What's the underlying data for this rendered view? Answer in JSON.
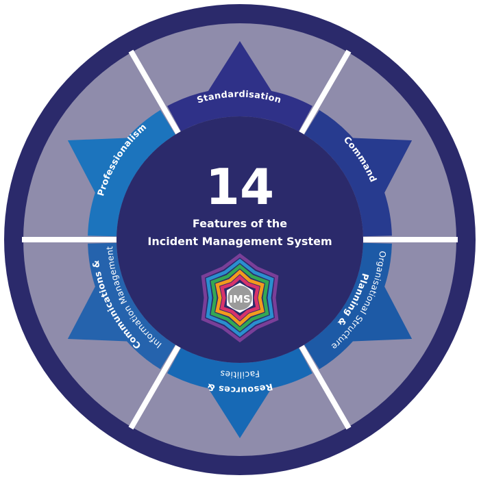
{
  "center": {
    "number": "14",
    "caption_line1": "Features of the",
    "caption_line2": "Incident Management System",
    "logo_text": "IMS"
  },
  "segments": [
    {
      "id": "standardisation",
      "title": "Standardisation",
      "subtitle": ""
    },
    {
      "id": "command",
      "title": "Command",
      "subtitle": ""
    },
    {
      "id": "planning",
      "title": "Planning &",
      "subtitle": "Organisational Structure"
    },
    {
      "id": "resources",
      "title": "Resources &",
      "subtitle": "Facilities"
    },
    {
      "id": "communications",
      "title": "Communications &",
      "subtitle": "Information Management"
    },
    {
      "id": "professionalism",
      "title": "Professionalism",
      "subtitle": ""
    }
  ],
  "colors": {
    "outer_rim": "#2b2a6b",
    "outer_panel": "#8f8cab",
    "divider": "#ffffff",
    "center_disc": "#2b2a6b",
    "seg_standardisation": "#2f3188",
    "seg_command": "#273b8f",
    "seg_planning": "#1d5aa6",
    "seg_resources": "#1769b5",
    "seg_communications": "#2563ad",
    "seg_professionalism": "#1c74bd",
    "logo_colors": [
      "#7a3f98",
      "#2a8fce",
      "#34a853",
      "#f39a1d",
      "#d8336b"
    ]
  }
}
